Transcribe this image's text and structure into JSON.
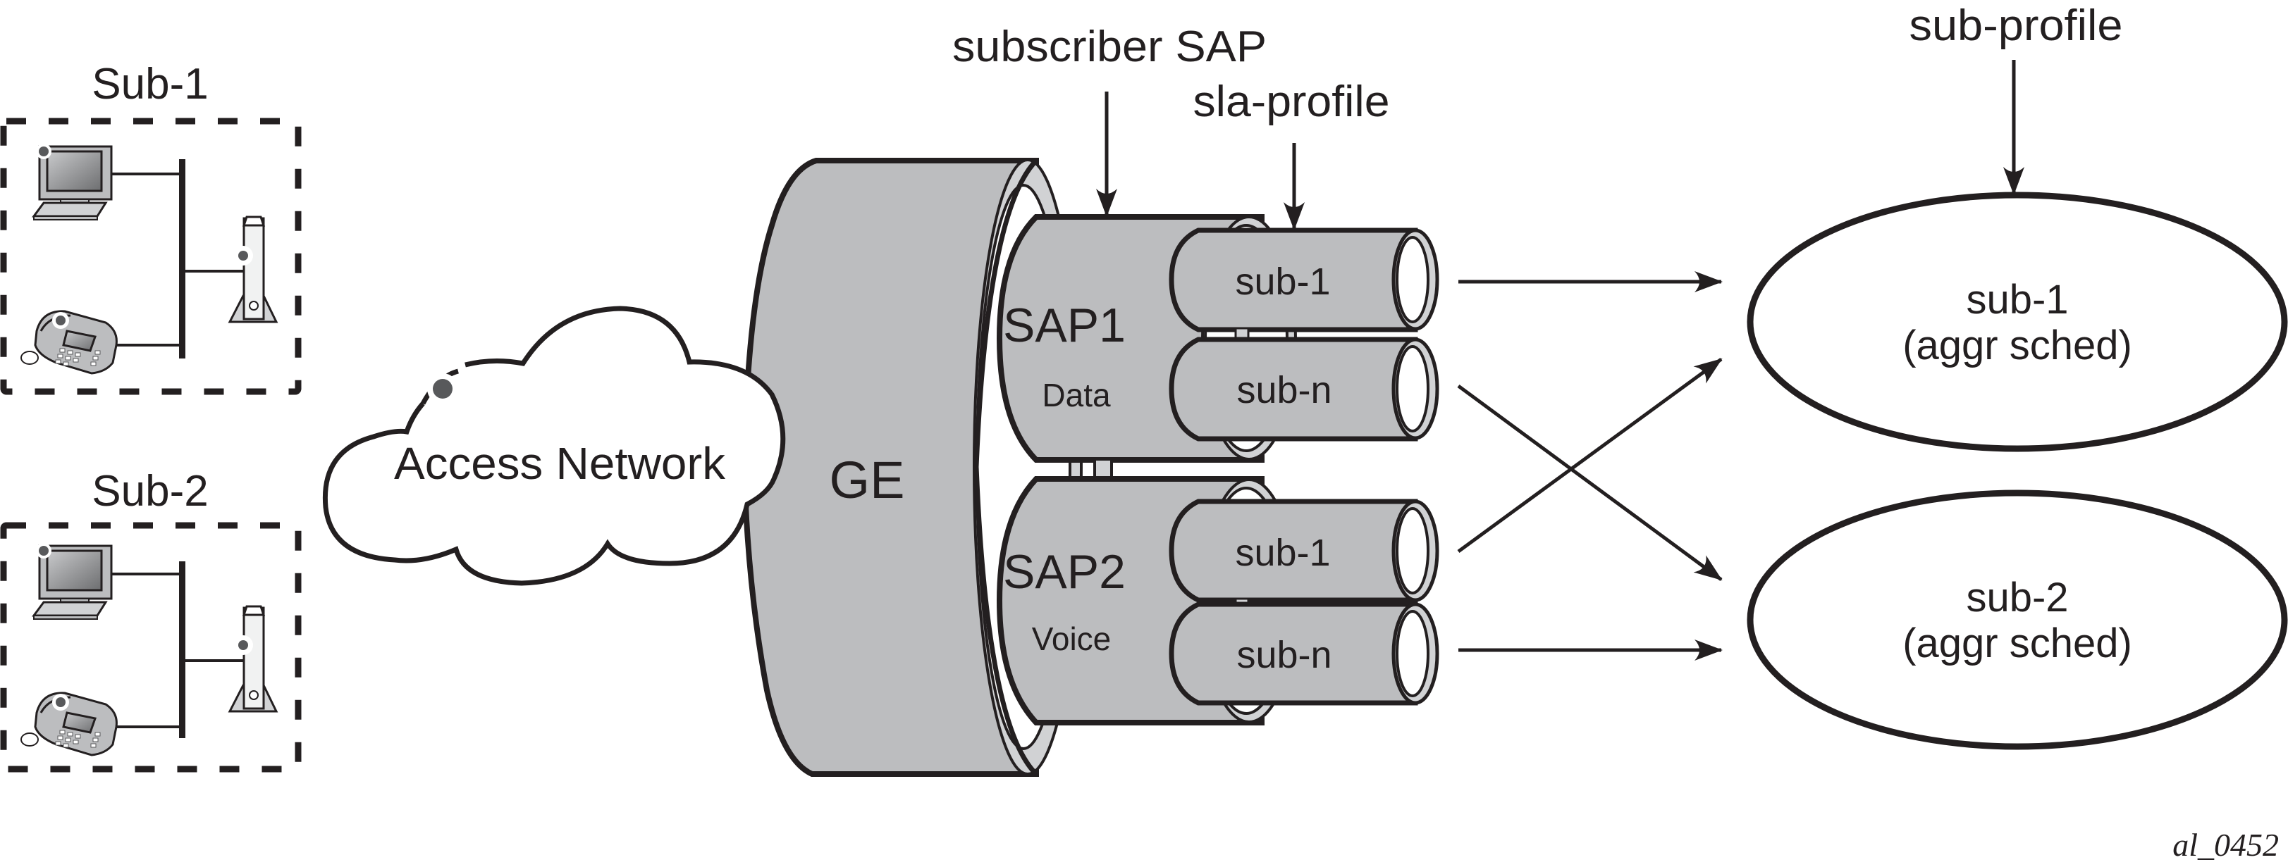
{
  "figure_id": "al_0452",
  "colors": {
    "ink": "#231f20",
    "cylinder_fill": "#bcbdbf",
    "cylinder_rim": "#d1d2d4",
    "device_dot": "#58595b",
    "background": "#ffffff"
  },
  "subscribers": [
    {
      "label": "Sub-1",
      "devices": [
        "computer-icon",
        "phone-icon",
        "modem-icon"
      ]
    },
    {
      "label": "Sub-2",
      "devices": [
        "computer-icon",
        "phone-icon",
        "modem-icon"
      ]
    }
  ],
  "access_network": {
    "label": "Access Network"
  },
  "port": {
    "label": "GE"
  },
  "annotations": {
    "subscriber_sap": "subscriber SAP",
    "sla_profile": "sla-profile",
    "sub_profile": "sub-profile"
  },
  "saps": [
    {
      "name": "SAP1",
      "type": "Data",
      "tubes": [
        "sub-1",
        "sub-n"
      ]
    },
    {
      "name": "SAP2",
      "type": "Voice",
      "tubes": [
        "sub-1",
        "sub-n"
      ]
    }
  ],
  "schedulers": [
    {
      "name": "sub-1",
      "detail": "(aggr sched)"
    },
    {
      "name": "sub-2",
      "detail": "(aggr sched)"
    }
  ],
  "flows": [
    {
      "from": "SAP1 sub-1",
      "to": "sub-1 (aggr sched)"
    },
    {
      "from": "SAP1 sub-n",
      "to": "sub-2 (aggr sched)"
    },
    {
      "from": "SAP2 sub-1",
      "to": "sub-1 (aggr sched)"
    },
    {
      "from": "SAP2 sub-n",
      "to": "sub-2 (aggr sched)"
    }
  ]
}
